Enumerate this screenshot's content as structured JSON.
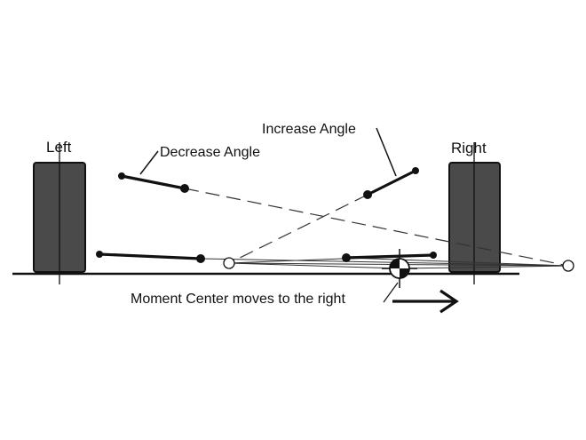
{
  "labels": {
    "left": "Left",
    "right": "Right",
    "decrease_angle": "Decrease Angle",
    "increase_angle": "Increase Angle",
    "moment_center": "Moment Center moves to the right"
  },
  "colors": {
    "ink": "#111111",
    "tire_fill": "#4a4a4a",
    "background": "#ffffff"
  },
  "icons": {
    "moment_center_marker": "checkered-circle-icon",
    "direction_arrow": "right-arrow-icon"
  }
}
